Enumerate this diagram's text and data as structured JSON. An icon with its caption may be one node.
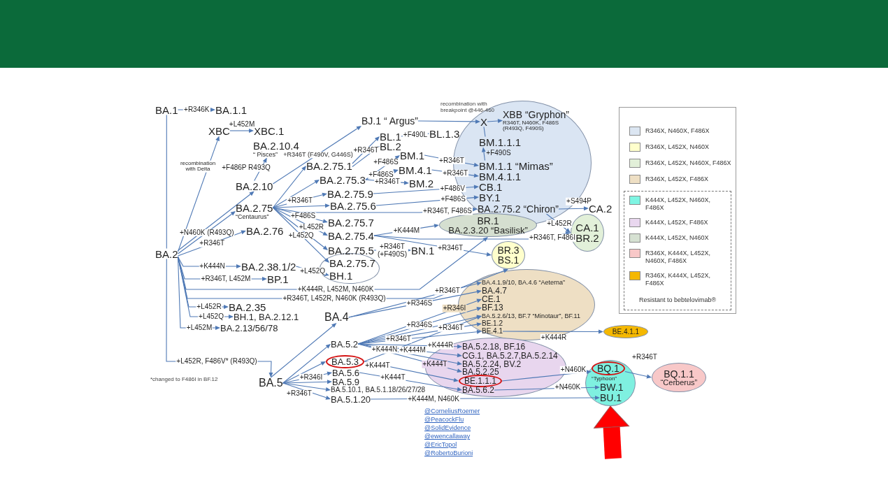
{
  "diagram": {
    "nodes": [
      {
        "text": [
          "BA.1"
        ]
      },
      {
        "text": [
          "BA.1.1"
        ]
      },
      {
        "text": [
          "BA.2"
        ]
      },
      {
        "text": [
          "XBC"
        ]
      },
      {
        "text": [
          "XBC.1"
        ]
      },
      {
        "text": [
          "BA.2.10.4",
          "“ Pisces”"
        ]
      },
      {
        "text": [
          "BA.2.10"
        ]
      },
      {
        "text": [
          "BJ.1 “ Argus”"
        ]
      },
      {
        "text": [
          "BA.2.75",
          "“Centaurus”"
        ]
      },
      {
        "text": [
          "BA.2.76"
        ]
      },
      {
        "text": [
          "BA.2.75.1"
        ]
      },
      {
        "text": [
          "BA.2.75.3"
        ]
      },
      {
        "text": [
          "BL.1"
        ]
      },
      {
        "text": [
          "BL.2"
        ]
      },
      {
        "text": [
          "BL.1.3"
        ]
      },
      {
        "text": [
          "BM.1"
        ]
      },
      {
        "text": [
          "BM.4.1"
        ]
      },
      {
        "text": [
          "BM.2"
        ]
      },
      {
        "text": [
          "BA.2.75.9"
        ]
      },
      {
        "text": [
          "BA.2.75.6"
        ]
      },
      {
        "text": [
          "BA.2.75.7"
        ]
      },
      {
        "text": [
          "BA.2.75.4"
        ]
      },
      {
        "text": [
          "BA.2.75.5"
        ]
      },
      {
        "text": [
          "BN.1"
        ]
      },
      {
        "text": [],
        "shape": "ellipse"
      },
      {
        "text": [
          "BA.2.75.7"
        ],
        "in": 24
      },
      {
        "text": [
          "BH.1"
        ],
        "in": 24
      },
      {
        "text": [
          "BA.2.38.1/2"
        ]
      },
      {
        "text": [
          "BP.1"
        ]
      },
      {
        "text": [
          "BA.2.35"
        ]
      },
      {
        "text": [
          "BH.1, BA.2.12.1"
        ]
      },
      {
        "text": [
          "BA.2.13/56/78"
        ]
      },
      {
        "text": [
          "BA.4"
        ]
      },
      {
        "text": [
          "BA.5"
        ]
      },
      {
        "text": [
          "BA.5.2"
        ]
      },
      {
        "text": [
          "BA.5.3"
        ]
      },
      {
        "text": [
          "BA.5.6"
        ]
      },
      {
        "text": [
          "BA.5.9"
        ]
      },
      {
        "text": [
          "BA.5.10.1, BA.5.1.18/26/27/28"
        ]
      },
      {
        "text": [
          "BA.5.1.20"
        ]
      },
      {
        "text": [],
        "shape": "ellipse"
      },
      {
        "text": [
          "X"
        ],
        "in": 40
      },
      {
        "text": [
          "XBB “Gryphon”",
          "R346T, N460K, F486S (R493Q, F490S)"
        ],
        "in": 40
      },
      {
        "text": [
          "BM.1.1.1"
        ],
        "in": 40
      },
      {
        "text": [
          "BM.1.1 “Mimas”"
        ],
        "in": 40
      },
      {
        "text": [
          "BM.4.1.1"
        ],
        "in": 40
      },
      {
        "text": [
          "CB.1"
        ],
        "in": 40
      },
      {
        "text": [
          "BY.1"
        ],
        "in": 40
      },
      {
        "text": [
          "BA.2.75.2 “Chiron”"
        ],
        "in": 40
      },
      {
        "text": [
          "CA.2"
        ]
      },
      {
        "text": [
          "BR.1",
          "BA.2.3.20 “Basilisk”"
        ]
      },
      {
        "text": [
          "CA.1",
          "BR.2"
        ]
      },
      {
        "text": [
          "BR.3",
          "BS.1"
        ]
      },
      {
        "text": [],
        "shape": "ellipse"
      },
      {
        "text": [
          "BA.4.1.9/10, BA.4.6 “Aeterna”"
        ],
        "in": 53
      },
      {
        "text": [
          "BA.4.7"
        ],
        "in": 53
      },
      {
        "text": [
          "CE.1"
        ],
        "in": 53
      },
      {
        "text": [
          "BF.13"
        ],
        "in": 53
      },
      {
        "text": [
          "BA.5.2.6/13, BF.7 “Minotaur”, BF.11"
        ],
        "in": 53
      },
      {
        "text": [
          "BE.1.2"
        ],
        "in": 53
      },
      {
        "text": [
          "BE.4.1"
        ],
        "in": 53
      },
      {
        "text": [
          "BE.4.1.1"
        ]
      },
      {
        "text": [],
        "shape": "ellipse"
      },
      {
        "text": [
          "BA.5.2.18, BF.16"
        ],
        "in": 62
      },
      {
        "text": [
          "CG.1, BA.5.2.7,BA.5.2.14"
        ],
        "in": 62
      },
      {
        "text": [
          "BA.5.2.24, BV.2"
        ],
        "in": 62
      },
      {
        "text": [
          "BA.5.2.25"
        ],
        "in": 62
      },
      {
        "text": [
          "BE.1.1.1"
        ],
        "in": 62
      },
      {
        "text": [
          "BA.5.6.2"
        ],
        "in": 62
      },
      {
        "text": [],
        "shape": "ellipse"
      },
      {
        "text": [
          "BQ.1",
          "“Typhoon”"
        ],
        "in": 69
      },
      {
        "text": [
          "BW.1"
        ],
        "in": 69
      },
      {
        "text": [
          "BU.1"
        ],
        "in": 69
      },
      {
        "text": [
          "BQ.1.1",
          "“Cerberus”"
        ]
      }
    ],
    "edges": [
      {
        "from": 0,
        "to": 1,
        "arrow": "to",
        "label": "+R346K"
      },
      {
        "from": 0,
        "to": 2,
        "arrow": "none"
      },
      {
        "from": 2,
        "to": 33,
        "arrow": "to",
        "label": "+L452R, F486V* (R493Q)"
      },
      {
        "from": 2,
        "to": 3,
        "arrow": "to",
        "label": "recombination with Delta"
      },
      {
        "from": 3,
        "to": 4,
        "arrow": "to",
        "label": "+L452M"
      },
      {
        "from": 2,
        "to": 6,
        "arrow": "to"
      },
      {
        "from": 6,
        "to": 5,
        "arrow": "to",
        "label": "+F486P R493Q"
      },
      {
        "from": 6,
        "to": 7,
        "arrow": "to",
        "label": "+R346T (F490V, G446S)"
      },
      {
        "from": 2,
        "to": 8,
        "arrow": "to",
        "label": "+N460K (R493Q)"
      },
      {
        "from": 2,
        "to": 9,
        "arrow": "to",
        "label": "+R346T"
      },
      {
        "from": 8,
        "to": 10,
        "arrow": "to"
      },
      {
        "from": 8,
        "to": 11,
        "arrow": "to"
      },
      {
        "from": 8,
        "to": 18,
        "arrow": "to",
        "label": "+R346T"
      },
      {
        "from": 8,
        "to": 19,
        "arrow": "to"
      },
      {
        "from": 8,
        "to": 48,
        "arrow": "to",
        "label": "+R346T, F486S"
      },
      {
        "from": 8,
        "to": 20,
        "arrow": "to",
        "label": "+F486S"
      },
      {
        "from": 8,
        "to": 21,
        "arrow": "to",
        "label": "+L452R"
      },
      {
        "from": 8,
        "to": 22,
        "arrow": "to"
      },
      {
        "from": 8,
        "to": 25,
        "arrow": "to",
        "label": "+L452Q"
      },
      {
        "from": 10,
        "to": 12,
        "arrow": "to",
        "label": "+R346T"
      },
      {
        "from": 10,
        "to": 13,
        "arrow": "to"
      },
      {
        "from": 12,
        "to": 14,
        "arrow": "to",
        "label": "+F490L"
      },
      {
        "from": 7,
        "to": 41,
        "arrow": "to"
      },
      {
        "from": 11,
        "to": 15,
        "arrow": "to",
        "label": "+F486S"
      },
      {
        "from": 11,
        "to": 16,
        "arrow": "to",
        "label": "+F486S"
      },
      {
        "from": 11,
        "to": 17,
        "arrow": "to",
        "label": "+R346T"
      },
      {
        "from": 15,
        "to": 44,
        "arrow": "to",
        "label": "+R346T"
      },
      {
        "from": 16,
        "to": 45,
        "arrow": "to",
        "label": "+R346T"
      },
      {
        "from": 18,
        "to": 46,
        "arrow": "to",
        "label": "+F486V"
      },
      {
        "from": 19,
        "to": 47,
        "arrow": "to",
        "label": "+F486S"
      },
      {
        "from": 41,
        "to": 42,
        "arrow": "to"
      },
      {
        "from": 43,
        "to": 41,
        "arrow": "none"
      },
      {
        "from": 44,
        "to": 43,
        "arrow": "to",
        "label": "+F490S"
      },
      {
        "from": 48,
        "to": 49,
        "arrow": "to",
        "label": "+S494P"
      },
      {
        "from": 48,
        "to": 51,
        "arrow": "to",
        "label": "+L452R"
      },
      {
        "from": 21,
        "to": 50,
        "arrow": "to",
        "label": "+K444M"
      },
      {
        "from": 21,
        "to": 51,
        "arrow": "to",
        "label": "+R346T, F486I"
      },
      {
        "from": 21,
        "to": 52,
        "arrow": "to",
        "label": "+R346T"
      },
      {
        "from": 22,
        "to": 23,
        "arrow": "to",
        "label": "+R346T (+F490S)"
      },
      {
        "from": 2,
        "to": 27,
        "arrow": "to",
        "label": "+K444N"
      },
      {
        "from": 27,
        "to": 26,
        "arrow": "to",
        "label": "+L452Q"
      },
      {
        "from": 2,
        "to": 28,
        "arrow": "to",
        "label": "+R346T, L452M"
      },
      {
        "from": 2,
        "to": 50,
        "arrow": "to",
        "label": "+K444R, L452M, N460K"
      },
      {
        "from": 2,
        "to": 52,
        "arrow": "to",
        "label": "+R346T, L452R, N460K (R493Q)"
      },
      {
        "from": 2,
        "to": 29,
        "arrow": "to",
        "label": "+L452R"
      },
      {
        "from": 2,
        "to": 30,
        "arrow": "to",
        "label": "+L452Q"
      },
      {
        "from": 2,
        "to": 31,
        "arrow": "to",
        "label": "+L452M"
      },
      {
        "from": 33,
        "to": 32,
        "arrow": "to"
      },
      {
        "from": 33,
        "to": 34,
        "arrow": "to"
      },
      {
        "from": 33,
        "to": 35,
        "arrow": "to"
      },
      {
        "from": 33,
        "to": 36,
        "arrow": "to"
      },
      {
        "from": 33,
        "to": 37,
        "arrow": "to",
        "label": "+R346I"
      },
      {
        "from": 33,
        "to": 38,
        "arrow": "to",
        "label": "+R346T"
      },
      {
        "from": 33,
        "to": 39,
        "arrow": "to"
      },
      {
        "from": 32,
        "to": 54,
        "arrow": "to",
        "label": "+R346T"
      },
      {
        "from": 32,
        "to": 55,
        "arrow": "to",
        "label": "+R346S"
      },
      {
        "from": 34,
        "to": 56,
        "arrow": "to",
        "label": "+R346I"
      },
      {
        "from": 34,
        "to": 57,
        "arrow": "to",
        "label": "+R346S"
      },
      {
        "from": 34,
        "to": 58,
        "arrow": "to"
      },
      {
        "from": 34,
        "to": 59,
        "arrow": "to",
        "label": "+R346T"
      },
      {
        "from": 34,
        "to": 60,
        "arrow": "to",
        "label": "+R346T"
      },
      {
        "from": 35,
        "to": 58,
        "arrow": "to"
      },
      {
        "from": 60,
        "to": 61,
        "arrow": "to",
        "label": "+K444R"
      },
      {
        "from": 34,
        "to": 63,
        "arrow": "to",
        "label": "+K444R"
      },
      {
        "from": 34,
        "to": 64,
        "arrow": "to",
        "label": "+K444M"
      },
      {
        "from": 34,
        "to": 65,
        "arrow": "to",
        "label": "+K444N"
      },
      {
        "from": 34,
        "to": 66,
        "arrow": "to",
        "label": "+K444T"
      },
      {
        "from": 35,
        "to": 67,
        "arrow": "to",
        "label": "+K444T"
      },
      {
        "from": 36,
        "to": 68,
        "arrow": "to",
        "label": "+K444T"
      },
      {
        "from": 67,
        "to": 70,
        "arrow": "to",
        "label": "+N460K"
      },
      {
        "from": 68,
        "to": 71,
        "arrow": "to",
        "label": "+N460K"
      },
      {
        "from": 39,
        "to": 72,
        "arrow": "to",
        "label": "+K444M, N460K"
      },
      {
        "from": 70,
        "to": 73,
        "arrow": "to",
        "label": "+R346T"
      },
      {
        "from": null,
        "to": 69,
        "arrow": "to",
        "style": "thick",
        "color": "#ff0000"
      }
    ],
    "labels": [
      "recombination with breakpoint @446-460",
      "Resistant to bebtelovimab®",
      "*changed to F486I in BF.12",
      "@CorneliusRoemer",
      "@PeacockFlu",
      "@SolidEvidence",
      "@ewencallaway",
      "@EricTopol",
      "@RobertoBurioni"
    ],
    "legend": [
      {
        "text": "R346X, N460X, F486X",
        "color": "#dce6f2"
      },
      {
        "text": "R346X, L452X, N460X",
        "color": "#ffffcc"
      },
      {
        "text": "R346X, L452X, N460X, F486X",
        "color": "#e2f0d9"
      },
      {
        "text": "R346X, L452X, F486X",
        "color": "#eedfc4"
      },
      {
        "text": "K444X, L452X, N460X, F486X",
        "color": "#7ff5e3"
      },
      {
        "text": "K444X, L452X, F486X",
        "color": "#e9d7ef"
      },
      {
        "text": "K444X, L452X, N460X",
        "color": "#d6e1d2"
      },
      {
        "text": "R346X, K444X, L452X, N460X, F486X",
        "color": "#f8c8c8"
      },
      {
        "text": "R346X, K444X, L452X, F486X",
        "color": "#f5b800"
      }
    ]
  }
}
